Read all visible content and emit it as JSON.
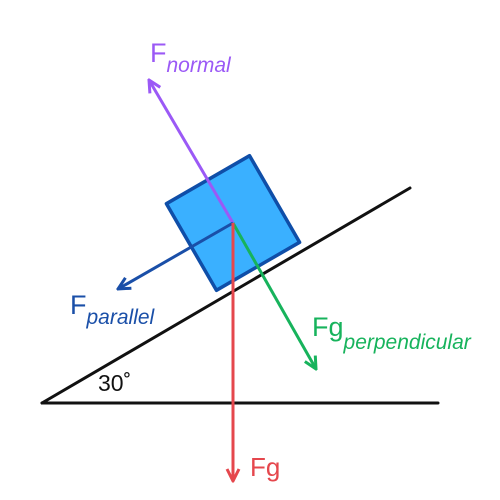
{
  "forces": {
    "normal": {
      "symbol": "F",
      "subscript": "normal",
      "color": "#9b59f6"
    },
    "parallel": {
      "symbol": "F",
      "subscript": "parallel",
      "color": "#1a4fa8"
    },
    "perpendicular": {
      "symbol": "Fg",
      "subscript": "perpendicular",
      "color": "#17b35c"
    },
    "gravity": {
      "label": "Fg",
      "color": "#e5474d"
    }
  },
  "incline": {
    "angle_label": "30˚",
    "color": "#111111"
  },
  "block": {
    "fill": "#3ab0ff",
    "stroke": "#0f4ea8"
  }
}
